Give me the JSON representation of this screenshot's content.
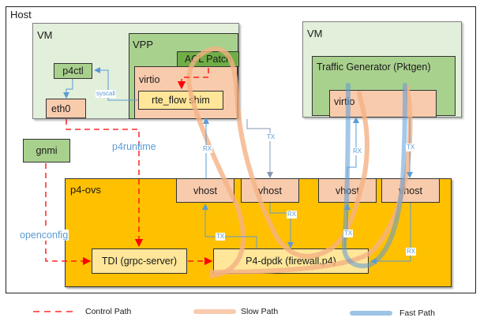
{
  "host": {
    "label": "Host"
  },
  "vm_left": {
    "label": "VM",
    "p4ctl": "p4ctl",
    "eth0": "eth0",
    "syscall": "syscall",
    "vpp": {
      "label": "VPP",
      "acl_patch": "ACL Patch",
      "virtio": "virtio",
      "rte_flow_shim": "rte_flow shim"
    }
  },
  "vm_right": {
    "label": "VM",
    "traffic_generator": "Traffic Generator (Pktgen)",
    "virtio": "virtio"
  },
  "gnmi": "gnmi",
  "p4runtime": "p4runtime",
  "openconfig": "openconfig",
  "p4ovs": {
    "label": "p4-ovs",
    "vhosts": [
      "vhost",
      "vhost",
      "vhost",
      "vhost"
    ],
    "tdi": "TDI (grpc-server)",
    "p4dpdk": "P4-dpdk (firewall.p4)"
  },
  "port_labels": {
    "rx": "RX",
    "tx": "TX"
  },
  "legend": {
    "control_path": "Control Path",
    "slow_path": "Slow Path",
    "fast_path": "Fast Path"
  },
  "colors": {
    "control_path": "#ff0000",
    "slow_path": "#f4b183",
    "fast_path": "#9dc3e6",
    "p4ovs_bg": "#ffc000",
    "vm_bg": "#e2efda",
    "green_box": "#a9d18e",
    "salmon_box": "#f8cbad",
    "yellow_box": "#ffe699"
  }
}
